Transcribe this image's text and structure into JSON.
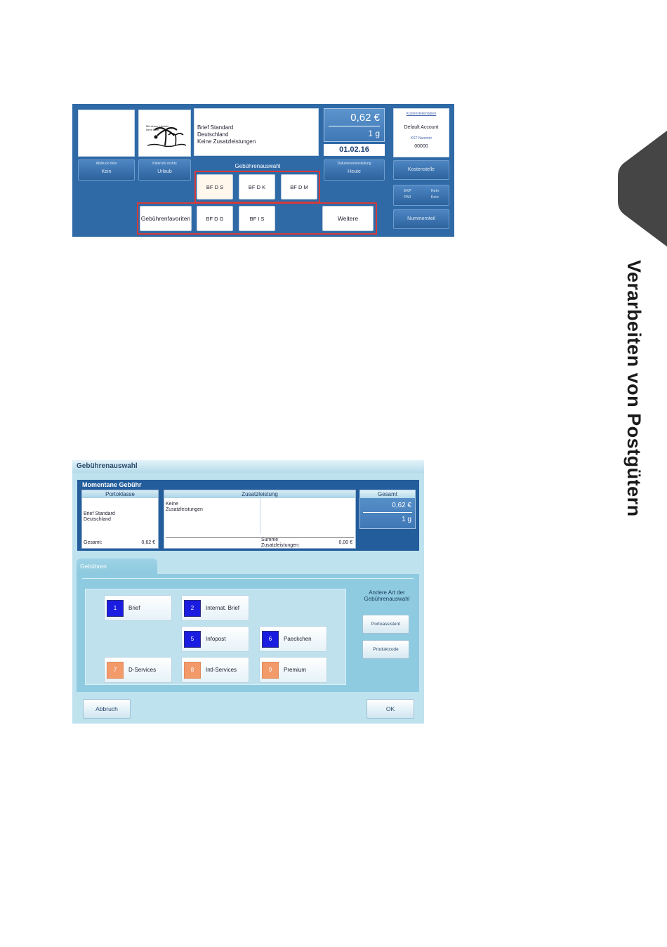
{
  "page": {
    "chapter_title": "Verarbeiten von Postgütern",
    "tab_color": "#454545"
  },
  "screen1": {
    "stamp_line1": "Mit einem Lächeln",
    "stamp_line2": "Ihren Brief",
    "info_lines": [
      "Brief Standard",
      "Deutschland",
      "Keine Zusatzleistungen"
    ],
    "value_amount": "0,62 €",
    "value_weight": "1 g",
    "date": "01.02.16",
    "account_title": "Kostenstellendaten",
    "account_name": "Default Account",
    "account_nr_label": "KST-Nummer",
    "account_nr": "00000",
    "btn_left_caption": "Abdruck links",
    "btn_left_label": "Kein",
    "btn_right_caption": "Klebrück rechts",
    "btn_right_label": "Urlaub",
    "gebuehrenauswahl": "Gebührenauswahl",
    "date_caption": "Datumsvoreinstellung",
    "date_btn": "Heute",
    "kostenstelle_btn": "Kostenstelle",
    "ekp_label": "EKP",
    "ekp_value": "Kein",
    "pmi_label": "PMI",
    "pmi_value": "Kein",
    "nummernteil_btn": "Nummernteil",
    "rate_buttons_top": [
      "BF D S",
      "BF D K",
      "BF D M"
    ],
    "favoriten_btn": "Gebührenfavoriten",
    "rate_buttons_bottom": [
      "BF D G",
      "BF I S"
    ],
    "weitere_btn": "Weitere"
  },
  "screen2": {
    "title": "Gebührenauswahl",
    "current_title": "Momentane Gebühr",
    "portoklasse_hdr": "Portoklasse",
    "portoklasse_value1": "Brief Standard",
    "portoklasse_value2": "Deutschland",
    "gesamt_label": "Gesamt:",
    "gesamt_value": "0,62 €",
    "zusatz_hdr": "Zusatzleistung",
    "zusatz_value1": "Keine",
    "zusatz_value2": "Zusatzleistungen",
    "summe_label1": "Summe",
    "summe_label2": "Zusatzleistungen:",
    "summe_value": "0,00 €",
    "total_hdr": "Gesamt",
    "total_amount": "0,62 €",
    "total_weight": "1 g",
    "tab_label": "Gebühren",
    "products": [
      {
        "num": "1",
        "label": "Brief",
        "color": "blue"
      },
      {
        "num": "2",
        "label": "Internat. Brief",
        "color": "blue"
      },
      {
        "num": "5",
        "label": "Infopost",
        "color": "blue"
      },
      {
        "num": "6",
        "label": "Paeckchen",
        "color": "blue"
      },
      {
        "num": "7",
        "label": "D-Services",
        "color": "orange"
      },
      {
        "num": "8",
        "label": "Intl-Services",
        "color": "orange"
      },
      {
        "num": "9",
        "label": "Premium",
        "color": "orange"
      }
    ],
    "other_line1": "Andere Art der",
    "other_line2": "Gebührenauswahl",
    "portoassistent_btn": "Portoassistent",
    "produktcode_btn": "Produktcode",
    "cancel_btn": "Abbruch",
    "ok_btn": "OK"
  }
}
